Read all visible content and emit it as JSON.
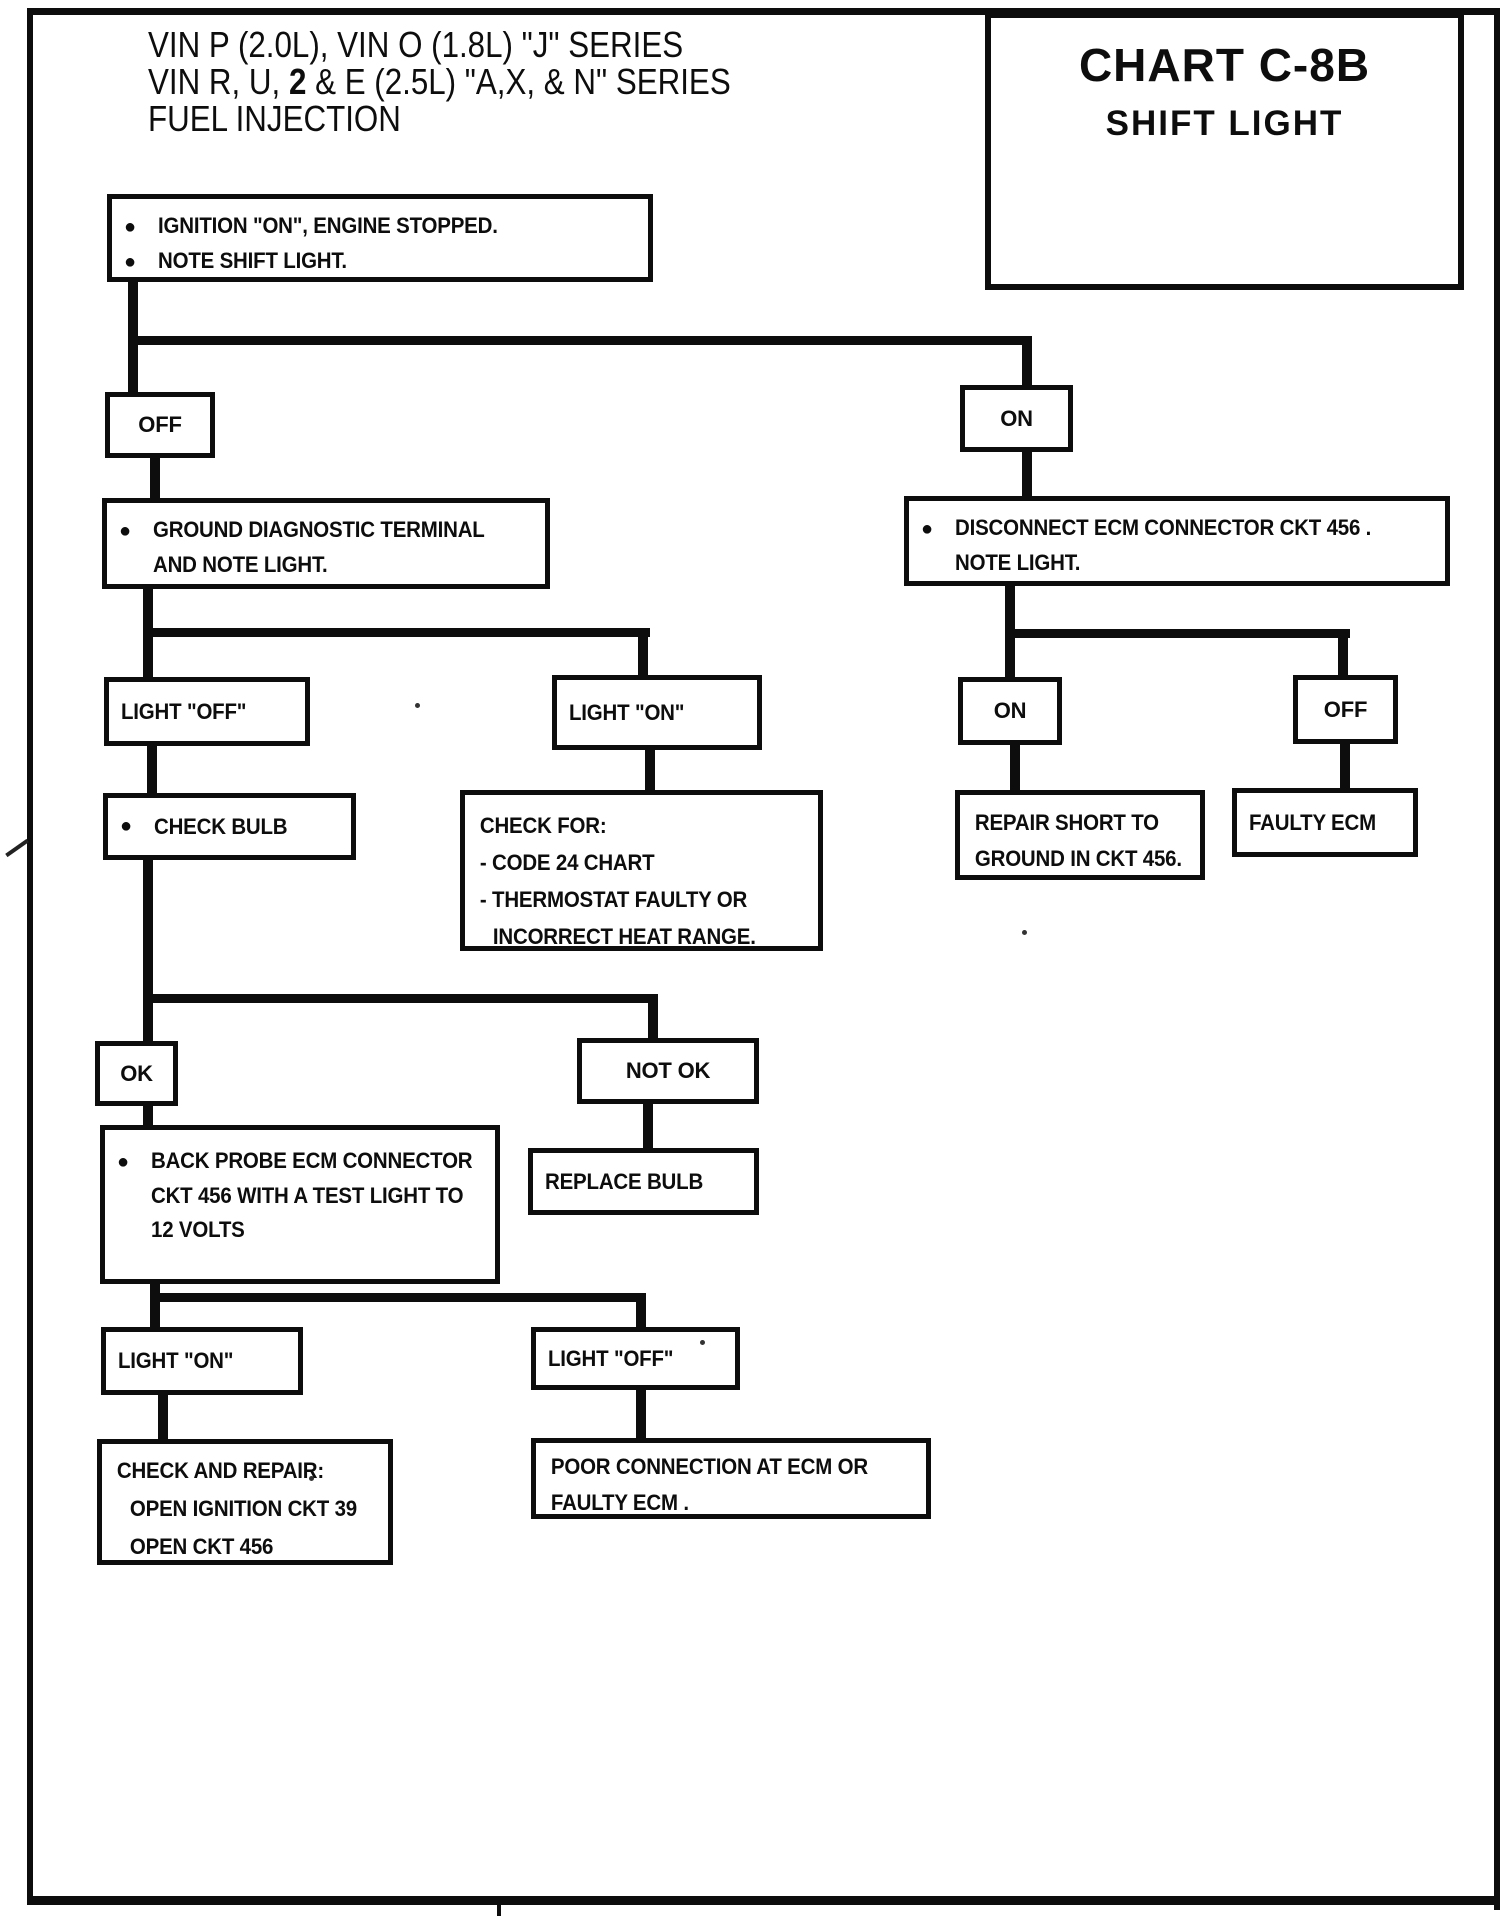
{
  "header": {
    "line1": "VIN P (2.0L), VIN O (1.8L) \"J\" SERIES",
    "line2_pre": "VIN R, U, ",
    "line2_bold": "2",
    "line2_post": " & E (2.5L) \"A,X, & N\" SERIES",
    "line3": "FUEL INJECTION"
  },
  "title_block": {
    "title": "CHART C-8B",
    "subtitle": "SHIFT LIGHT"
  },
  "bullet": "●",
  "nodes": {
    "start": {
      "lines": [
        {
          "bullet": "●",
          "text": "IGNITION \"ON\", ENGINE STOPPED."
        },
        {
          "bullet": "●",
          "text": "NOTE SHIFT LIGHT."
        }
      ]
    },
    "off1": {
      "label": "OFF"
    },
    "on1": {
      "label": "ON"
    },
    "ground": {
      "lines": [
        {
          "bullet": "●",
          "text": "GROUND DIAGNOSTIC TERMINAL"
        },
        {
          "text": "AND NOTE LIGHT."
        }
      ]
    },
    "disconnect": {
      "lines": [
        {
          "bullet": "●",
          "text": "DISCONNECT ECM  CONNECTOR CKT 456 ."
        },
        {
          "text": "NOTE LIGHT."
        }
      ]
    },
    "light_off1": {
      "label": "LIGHT \"OFF\""
    },
    "light_on1": {
      "label": "LIGHT \"ON\""
    },
    "check_bulb": {
      "lines": [
        {
          "bullet": "●",
          "text": "CHECK BULB"
        }
      ]
    },
    "check_for": {
      "lines": [
        {
          "text": "CHECK FOR:"
        },
        {
          "text": "- CODE 24 CHART"
        },
        {
          "text": "- THERMOSTAT FAULTY OR"
        },
        {
          "text": "INCORRECT HEAT RANGE.",
          "indent": true
        }
      ]
    },
    "on2": {
      "label": "ON"
    },
    "off2": {
      "label": "OFF"
    },
    "repair_short": {
      "lines": [
        {
          "text": "REPAIR SHORT TO"
        },
        {
          "text": "GROUND IN CKT 456."
        }
      ]
    },
    "faulty_ecm": {
      "label": "FAULTY ECM"
    },
    "ok": {
      "label": "OK"
    },
    "not_ok": {
      "label": "NOT OK"
    },
    "back_probe": {
      "lines": [
        {
          "bullet": "●",
          "text": "BACK PROBE ECM CONNECTOR"
        },
        {
          "text": "CKT 456 WITH A TEST LIGHT TO"
        },
        {
          "text": "12 VOLTS"
        }
      ]
    },
    "replace_bulb": {
      "label": "REPLACE BULB"
    },
    "light_on2": {
      "label": "LIGHT \"ON\""
    },
    "light_off2": {
      "label": "LIGHT \"OFF\""
    },
    "check_repair": {
      "lines": [
        {
          "text": "CHECK AND REPAIR:"
        },
        {
          "text": "OPEN IGNITION CKT 39",
          "indent": true
        },
        {
          "text": "OPEN CKT 456",
          "indent": true
        }
      ]
    },
    "poor_conn": {
      "lines": [
        {
          "text": "POOR CONNECTION AT ECM OR"
        },
        {
          "text": "FAULTY ECM ."
        }
      ]
    }
  }
}
